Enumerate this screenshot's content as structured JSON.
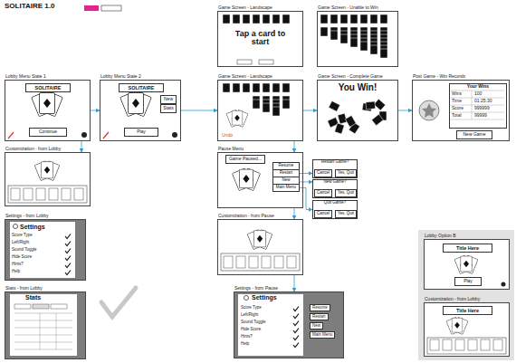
{
  "diagram": {
    "title": "SOLITAIRE 1.0",
    "nodes": [
      {
        "text": [
          "Lobby Menu State 1"
        ]
      },
      {
        "text": [
          "SOLITAIRE"
        ],
        "in": 0
      },
      {
        "text": [
          "Continue"
        ],
        "in": 0
      },
      {
        "text": [
          "Lobby Menu State 2"
        ]
      },
      {
        "text": [
          "SOLITAIRE"
        ],
        "in": 3
      },
      {
        "text": [
          "Play"
        ],
        "in": 3
      },
      {
        "text": [
          "New"
        ],
        "in": 3
      },
      {
        "text": [
          "Stats"
        ],
        "in": 3
      },
      {
        "text": [
          "Game Screen - Landscape",
          "Tap a card to start"
        ]
      },
      {
        "text": [
          "Game Screen - Unable to Win"
        ]
      },
      {
        "text": [
          "Game Screen - Landscape",
          "Undo"
        ]
      },
      {
        "text": [
          "Game Screen - Complete Game",
          "You Win!"
        ]
      },
      {
        "text": [
          "Post Game - Win Records"
        ]
      },
      {
        "text": [
          "Your Wins"
        ],
        "in": 12
      },
      {
        "text": [
          "New Game"
        ],
        "in": 12
      },
      {
        "text": [
          "Customization - from Lobby"
        ]
      },
      {
        "text": [
          "Pause Menu"
        ]
      },
      {
        "text": [
          "Game Paused..."
        ],
        "in": 16
      },
      {
        "text": [
          "Resume"
        ],
        "in": 16
      },
      {
        "text": [
          "Restart"
        ],
        "in": 16
      },
      {
        "text": [
          "New"
        ],
        "in": 16
      },
      {
        "text": [
          "Main Menu"
        ],
        "in": 16
      },
      {
        "text": [
          "Restart Game?"
        ]
      },
      {
        "text": [
          "Cancel"
        ],
        "in": 22
      },
      {
        "text": [
          "Yes, Quit"
        ],
        "in": 22
      },
      {
        "text": [
          "New Game?"
        ]
      },
      {
        "text": [
          "Cancel"
        ],
        "in": 25
      },
      {
        "text": [
          "Yes, Quit"
        ],
        "in": 25
      },
      {
        "text": [
          "Quit Game?"
        ]
      },
      {
        "text": [
          "Cancel"
        ],
        "in": 28
      },
      {
        "text": [
          "Yes, Quit"
        ],
        "in": 28
      },
      {
        "text": [
          "Customization - from Pause"
        ]
      },
      {
        "text": [
          "Settings - from Pause",
          "Settings"
        ]
      },
      {
        "text": [
          "Settings - from Lobby",
          "Settings"
        ]
      },
      {
        "text": [
          "Stats - from Lobby",
          "Stats"
        ]
      },
      {
        "text": [
          "Lobby Option B"
        ]
      },
      {
        "text": [
          "Title Here"
        ],
        "in": 35
      },
      {
        "text": [
          "Play"
        ],
        "in": 35
      },
      {
        "text": [
          "Customization - from Lobby"
        ]
      },
      {
        "text": [
          "Title Here"
        ],
        "in": 38
      }
    ],
    "edges": [
      {
        "from": 0,
        "to": 3,
        "arrow": "to"
      },
      {
        "from": 3,
        "to": 10,
        "arrow": "to"
      },
      {
        "from": 10,
        "to": 11,
        "arrow": "to"
      },
      {
        "from": 11,
        "to": 12,
        "arrow": "to"
      },
      {
        "from": 0,
        "to": 15,
        "arrow": "to"
      },
      {
        "from": 10,
        "to": 16,
        "arrow": "to"
      },
      {
        "from": 19,
        "to": 22,
        "arrow": "to"
      },
      {
        "from": 20,
        "to": 25,
        "arrow": "to"
      },
      {
        "from": 21,
        "to": 28,
        "arrow": "to"
      },
      {
        "from": 16,
        "to": 31,
        "arrow": "to"
      },
      {
        "from": 31,
        "to": 32,
        "arrow": "to"
      }
    ],
    "labels": [
      "Resume",
      "Restart",
      "New",
      "Main Menu",
      "Score Type",
      "Left/Right",
      "Sound Toggle",
      "Hide Score",
      "Hints?",
      "Help",
      "Score Type",
      "Left/Right",
      "Sound Toggle",
      "Hide Score",
      "Hints?",
      "Help",
      "Wins",
      "100",
      "Time",
      "01:25:30",
      "Score",
      "999999",
      "Total",
      "99999"
    ]
  }
}
